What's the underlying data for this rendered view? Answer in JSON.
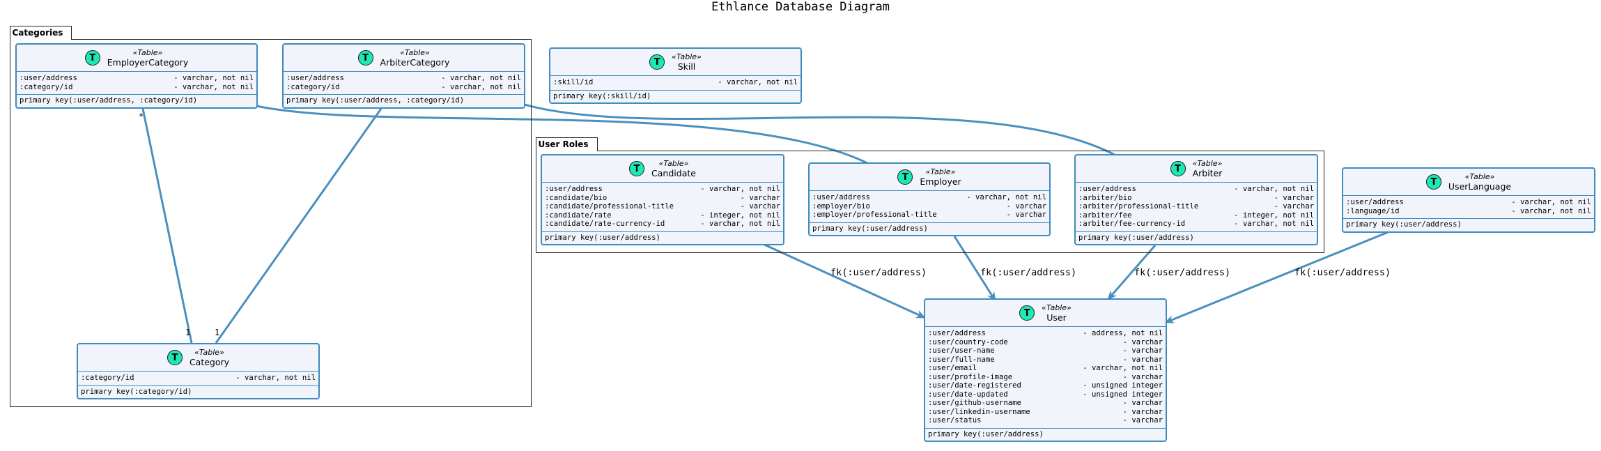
{
  "title": "Ethlance Database Diagram",
  "colors": {
    "table_bg": "#f1f4fa",
    "table_border": "#3f8bbd",
    "badge": "#1de9b6",
    "link": "#4a90be"
  },
  "packages": {
    "categories": "Categories",
    "user_roles": "User Roles"
  },
  "badge": "T",
  "stereotype": "«Table»",
  "tables": {
    "employer_category": {
      "name": "EmployerCategory",
      "fields": [
        {
          "name": ":user/address",
          "type": "- varchar, not nil"
        },
        {
          "name": ":category/id",
          "type": "- varchar, not nil"
        }
      ],
      "pk": "primary key(:user/address, :category/id)"
    },
    "arbiter_category": {
      "name": "ArbiterCategory",
      "fields": [
        {
          "name": ":user/address",
          "type": "- varchar, not nil"
        },
        {
          "name": ":category/id",
          "type": "- varchar, not nil"
        }
      ],
      "pk": "primary key(:user/address, :category/id)"
    },
    "skill": {
      "name": "Skill",
      "fields": [
        {
          "name": ":skill/id",
          "type": "- varchar, not nil"
        }
      ],
      "pk": "primary key(:skill/id)"
    },
    "category": {
      "name": "Category",
      "fields": [
        {
          "name": ":category/id",
          "type": "- varchar, not nil"
        }
      ],
      "pk": "primary key(:category/id)"
    },
    "candidate": {
      "name": "Candidate",
      "fields": [
        {
          "name": ":user/address",
          "type": "- varchar, not nil"
        },
        {
          "name": ":candidate/bio",
          "type": "- varchar"
        },
        {
          "name": ":candidate/professional-title",
          "type": "- varchar"
        },
        {
          "name": ":candidate/rate",
          "type": "- integer, not nil"
        },
        {
          "name": ":candidate/rate-currency-id",
          "type": "- varchar, not nil"
        }
      ],
      "pk": "primary key(:user/address)"
    },
    "employer": {
      "name": "Employer",
      "fields": [
        {
          "name": ":user/address",
          "type": "- varchar, not nil"
        },
        {
          "name": ":employer/bio",
          "type": "- varchar"
        },
        {
          "name": ":employer/professional-title",
          "type": "- varchar"
        }
      ],
      "pk": "primary key(:user/address)"
    },
    "arbiter": {
      "name": "Arbiter",
      "fields": [
        {
          "name": ":user/address",
          "type": "- varchar, not nil"
        },
        {
          "name": ":arbiter/bio",
          "type": "- varchar"
        },
        {
          "name": ":arbiter/professional-title",
          "type": "- varchar"
        },
        {
          "name": ":arbiter/fee",
          "type": "- integer, not nil"
        },
        {
          "name": ":arbiter/fee-currency-id",
          "type": "- varchar, not nil"
        }
      ],
      "pk": "primary key(:user/address)"
    },
    "user_language": {
      "name": "UserLanguage",
      "fields": [
        {
          "name": ":user/address",
          "type": "- varchar, not nil"
        },
        {
          "name": ":language/id",
          "type": "- varchar, not nil"
        }
      ],
      "pk": "primary key(:user/address)"
    },
    "user": {
      "name": "User",
      "fields": [
        {
          "name": ":user/address",
          "type": "- address, not nil"
        },
        {
          "name": ":user/country-code",
          "type": "- varchar"
        },
        {
          "name": ":user/user-name",
          "type": "- varchar"
        },
        {
          "name": ":user/full-name",
          "type": "- varchar"
        },
        {
          "name": ":user/email",
          "type": "- varchar, not nil"
        },
        {
          "name": ":user/profile-image",
          "type": "- varchar"
        },
        {
          "name": ":user/date-registered",
          "type": "- unsigned integer"
        },
        {
          "name": ":user/date-updated",
          "type": "- unsigned integer"
        },
        {
          "name": ":user/github-username",
          "type": "- varchar"
        },
        {
          "name": ":user/linkedin-username",
          "type": "- varchar"
        },
        {
          "name": ":user/status",
          "type": "- varchar"
        }
      ],
      "pk": "primary key(:user/address)"
    }
  },
  "multiplicities": {
    "employer_cat_many": "*",
    "employer_cat_one": "1",
    "arbiter_cat_one": "1"
  },
  "fk_labels": {
    "candidate": "fk(:user/address)",
    "employer": "fk(:user/address)",
    "arbiter": "fk(:user/address)",
    "user_language": "fk(:user/address)"
  }
}
